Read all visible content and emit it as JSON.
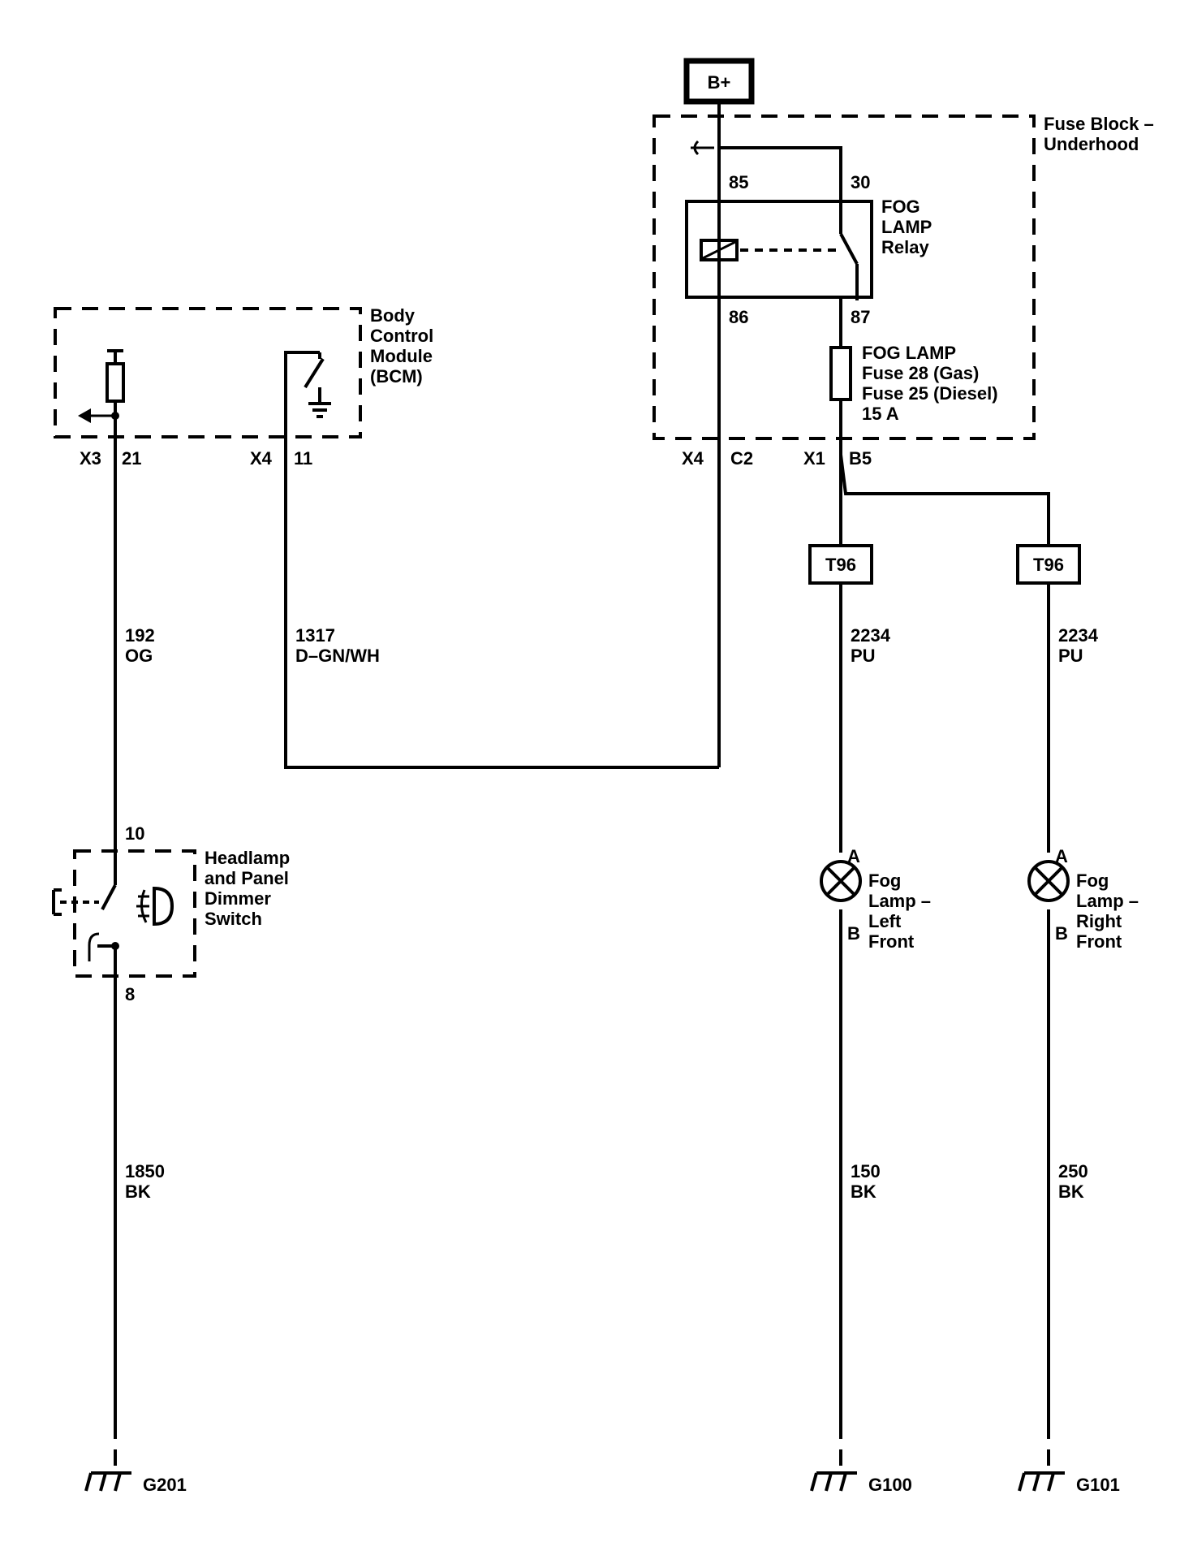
{
  "power": {
    "label": "B+"
  },
  "fuse_block": {
    "name_line1": "Fuse Block –",
    "name_line2": "Underhood"
  },
  "relay": {
    "name_line1": "FOG",
    "name_line2": "LAMP",
    "name_line3": "Relay",
    "pin_85": "85",
    "pin_30": "30",
    "pin_86": "86",
    "pin_87": "87"
  },
  "fuse": {
    "line1": "FOG LAMP",
    "line2": "Fuse 28 (Gas)",
    "line3": "Fuse 25 (Diesel)",
    "line4": "15 A"
  },
  "fuse_block_connectors": {
    "x4": "X4",
    "c2": "C2",
    "x1": "X1",
    "b5": "B5"
  },
  "bcm": {
    "name_line1": "Body",
    "name_line2": "Control",
    "name_line3": "Module",
    "name_line4": "(BCM)",
    "conn_x3": "X3",
    "pin_21": "21",
    "conn_x4": "X4",
    "pin_11": "11"
  },
  "wires": {
    "w192": {
      "circuit": "192",
      "color": "OG"
    },
    "w1317": {
      "circuit": "1317",
      "color": "D–GN/WH"
    },
    "w2234_left": {
      "circuit": "2234",
      "color": "PU"
    },
    "w2234_right": {
      "circuit": "2234",
      "color": "PU"
    },
    "w1850": {
      "circuit": "1850",
      "color": "BK"
    },
    "w150": {
      "circuit": "150",
      "color": "BK"
    },
    "w250": {
      "circuit": "250",
      "color": "BK"
    }
  },
  "connectors": {
    "t96_left": "T96",
    "t96_right": "T96"
  },
  "switch": {
    "pin_10": "10",
    "pin_8": "8",
    "name_line1": "Headlamp",
    "name_line2": "and Panel",
    "name_line3": "Dimmer",
    "name_line4": "Switch"
  },
  "fog_lamp_left": {
    "pin_a": "A",
    "pin_b": "B",
    "name_line1": "Fog",
    "name_line2": "Lamp –",
    "name_line3": "Left",
    "name_line4": "Front"
  },
  "fog_lamp_right": {
    "pin_a": "A",
    "pin_b": "B",
    "name_line1": "Fog",
    "name_line2": "Lamp –",
    "name_line3": "Right",
    "name_line4": "Front"
  },
  "grounds": {
    "g201": "G201",
    "g100": "G100",
    "g101": "G101"
  }
}
